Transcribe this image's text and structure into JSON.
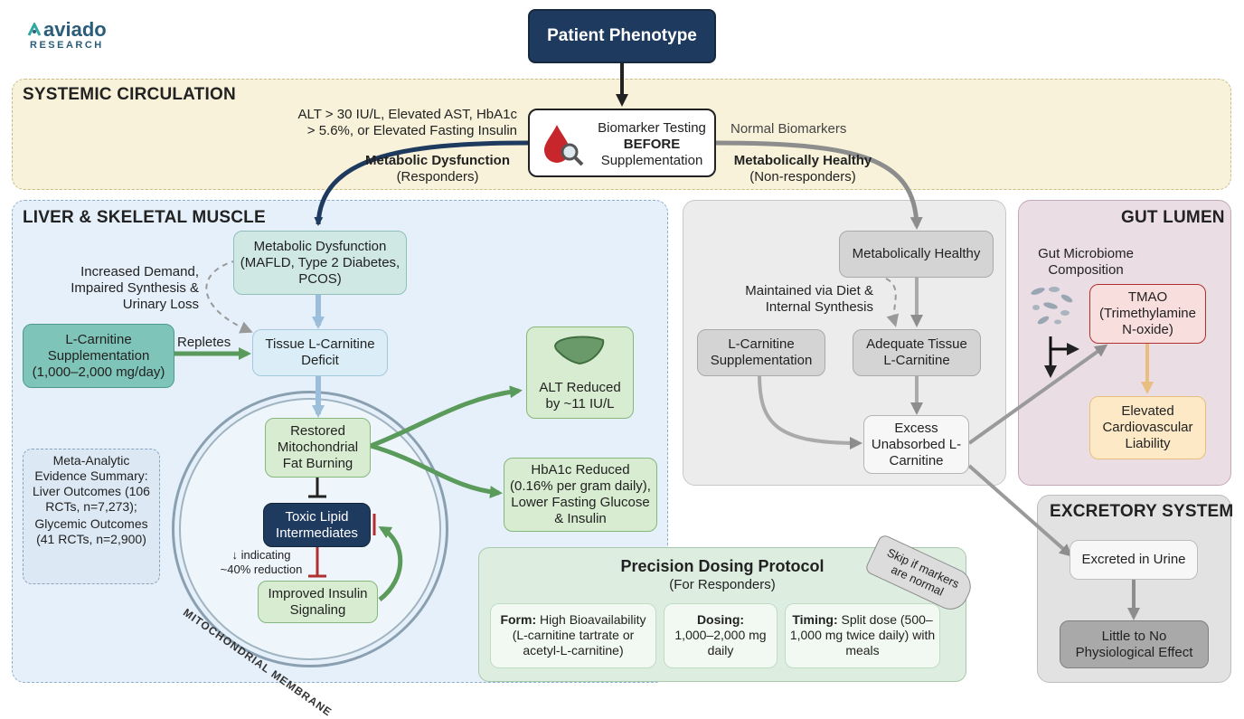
{
  "logo": {
    "brand": "aviado",
    "sub": "RESEARCH"
  },
  "top": {
    "phenotype": "Patient Phenotype"
  },
  "regions": {
    "systemic": "SYSTEMIC CIRCULATION",
    "liver": "LIVER & SKELETAL MUSCLE",
    "gut": "GUT LUMEN",
    "excretory": "EXCRETORY SYSTEM"
  },
  "biomarker": {
    "line1": "Biomarker Testing",
    "line2": "BEFORE",
    "line3": "Supplementation"
  },
  "left_branch": {
    "criteria": "ALT > 30 IU/L, Elevated AST, HbA1c > 5.6%, or Elevated Fasting Insulin",
    "title": "Metabolic Dysfunction",
    "sub": "(Responders)"
  },
  "right_branch": {
    "criteria": "Normal Biomarkers",
    "title": "Metabolically Healthy",
    "sub": "(Non-responders)"
  },
  "liver": {
    "dysfunction": "Metabolic Dysfunction (MAFLD, Type 2 Diabetes, PCOS)",
    "increased_demand": "Increased Demand, Impaired Synthesis & Urinary Loss",
    "supplementation": "L-Carnitine Supplementation (1,000–2,000 mg/day)",
    "repletes": "Repletes",
    "deficit": "Tissue L-Carnitine Deficit",
    "restored": "Restored Mitochondrial Fat Burning",
    "toxic": "Toxic Lipid Intermediates",
    "indicating": "↓ indicating ~40% reduction",
    "improved": "Improved Insulin Signaling",
    "membrane": "MITOCHONDRIAL MEMBRANE",
    "alt": "ALT Reduced by ~11 IU/L",
    "hba1c": "HbA1c Reduced (0.16% per gram daily), Lower Fasting Glucose & Insulin",
    "meta": {
      "l1": "Meta-Analytic Evidence Summary:",
      "l2": "Liver Outcomes (106 RCTs, n=7,273);",
      "l3": "Glycemic Outcomes (41 RCTs, n=2,900)"
    }
  },
  "healthy": {
    "box": "Metabolically Healthy",
    "maintained": "Maintained via Diet & Internal Synthesis",
    "supplementation": "L-Carnitine Supplementation",
    "adequate": "Adequate Tissue L-Carnitine",
    "excess": "Excess Unabsorbed L-Carnitine"
  },
  "gut": {
    "microbiome": "Gut Microbiome Composition",
    "tmao": "TMAO (Trimethylamine N-oxide)",
    "cardio": "Elevated Cardiovascular Liability"
  },
  "excretory": {
    "urine": "Excreted in Urine",
    "effect": "Little to No Physiological Effect"
  },
  "dosing": {
    "title": "Precision Dosing Protocol",
    "sub": "(For Responders)",
    "tag": "Skip if markers are normal",
    "form_label": "Form:",
    "form_text": "High Bioavailability (L-carnitine tartrate or acetyl-L-carnitine)",
    "dose_label": "Dosing:",
    "dose_text": "1,000–2,000 mg daily",
    "timing_label": "Timing:",
    "timing_text": "Split dose (500–1,000 mg twice daily) with meals"
  },
  "colors": {
    "navy": "#1f3a5f",
    "systemic_bg": "#f7f2d9",
    "liver_bg": "#e6f0fa",
    "green": "#5a9a5a",
    "gray": "#9a9a9a",
    "gut_bg": "#eadde4",
    "red": "#b03030"
  }
}
